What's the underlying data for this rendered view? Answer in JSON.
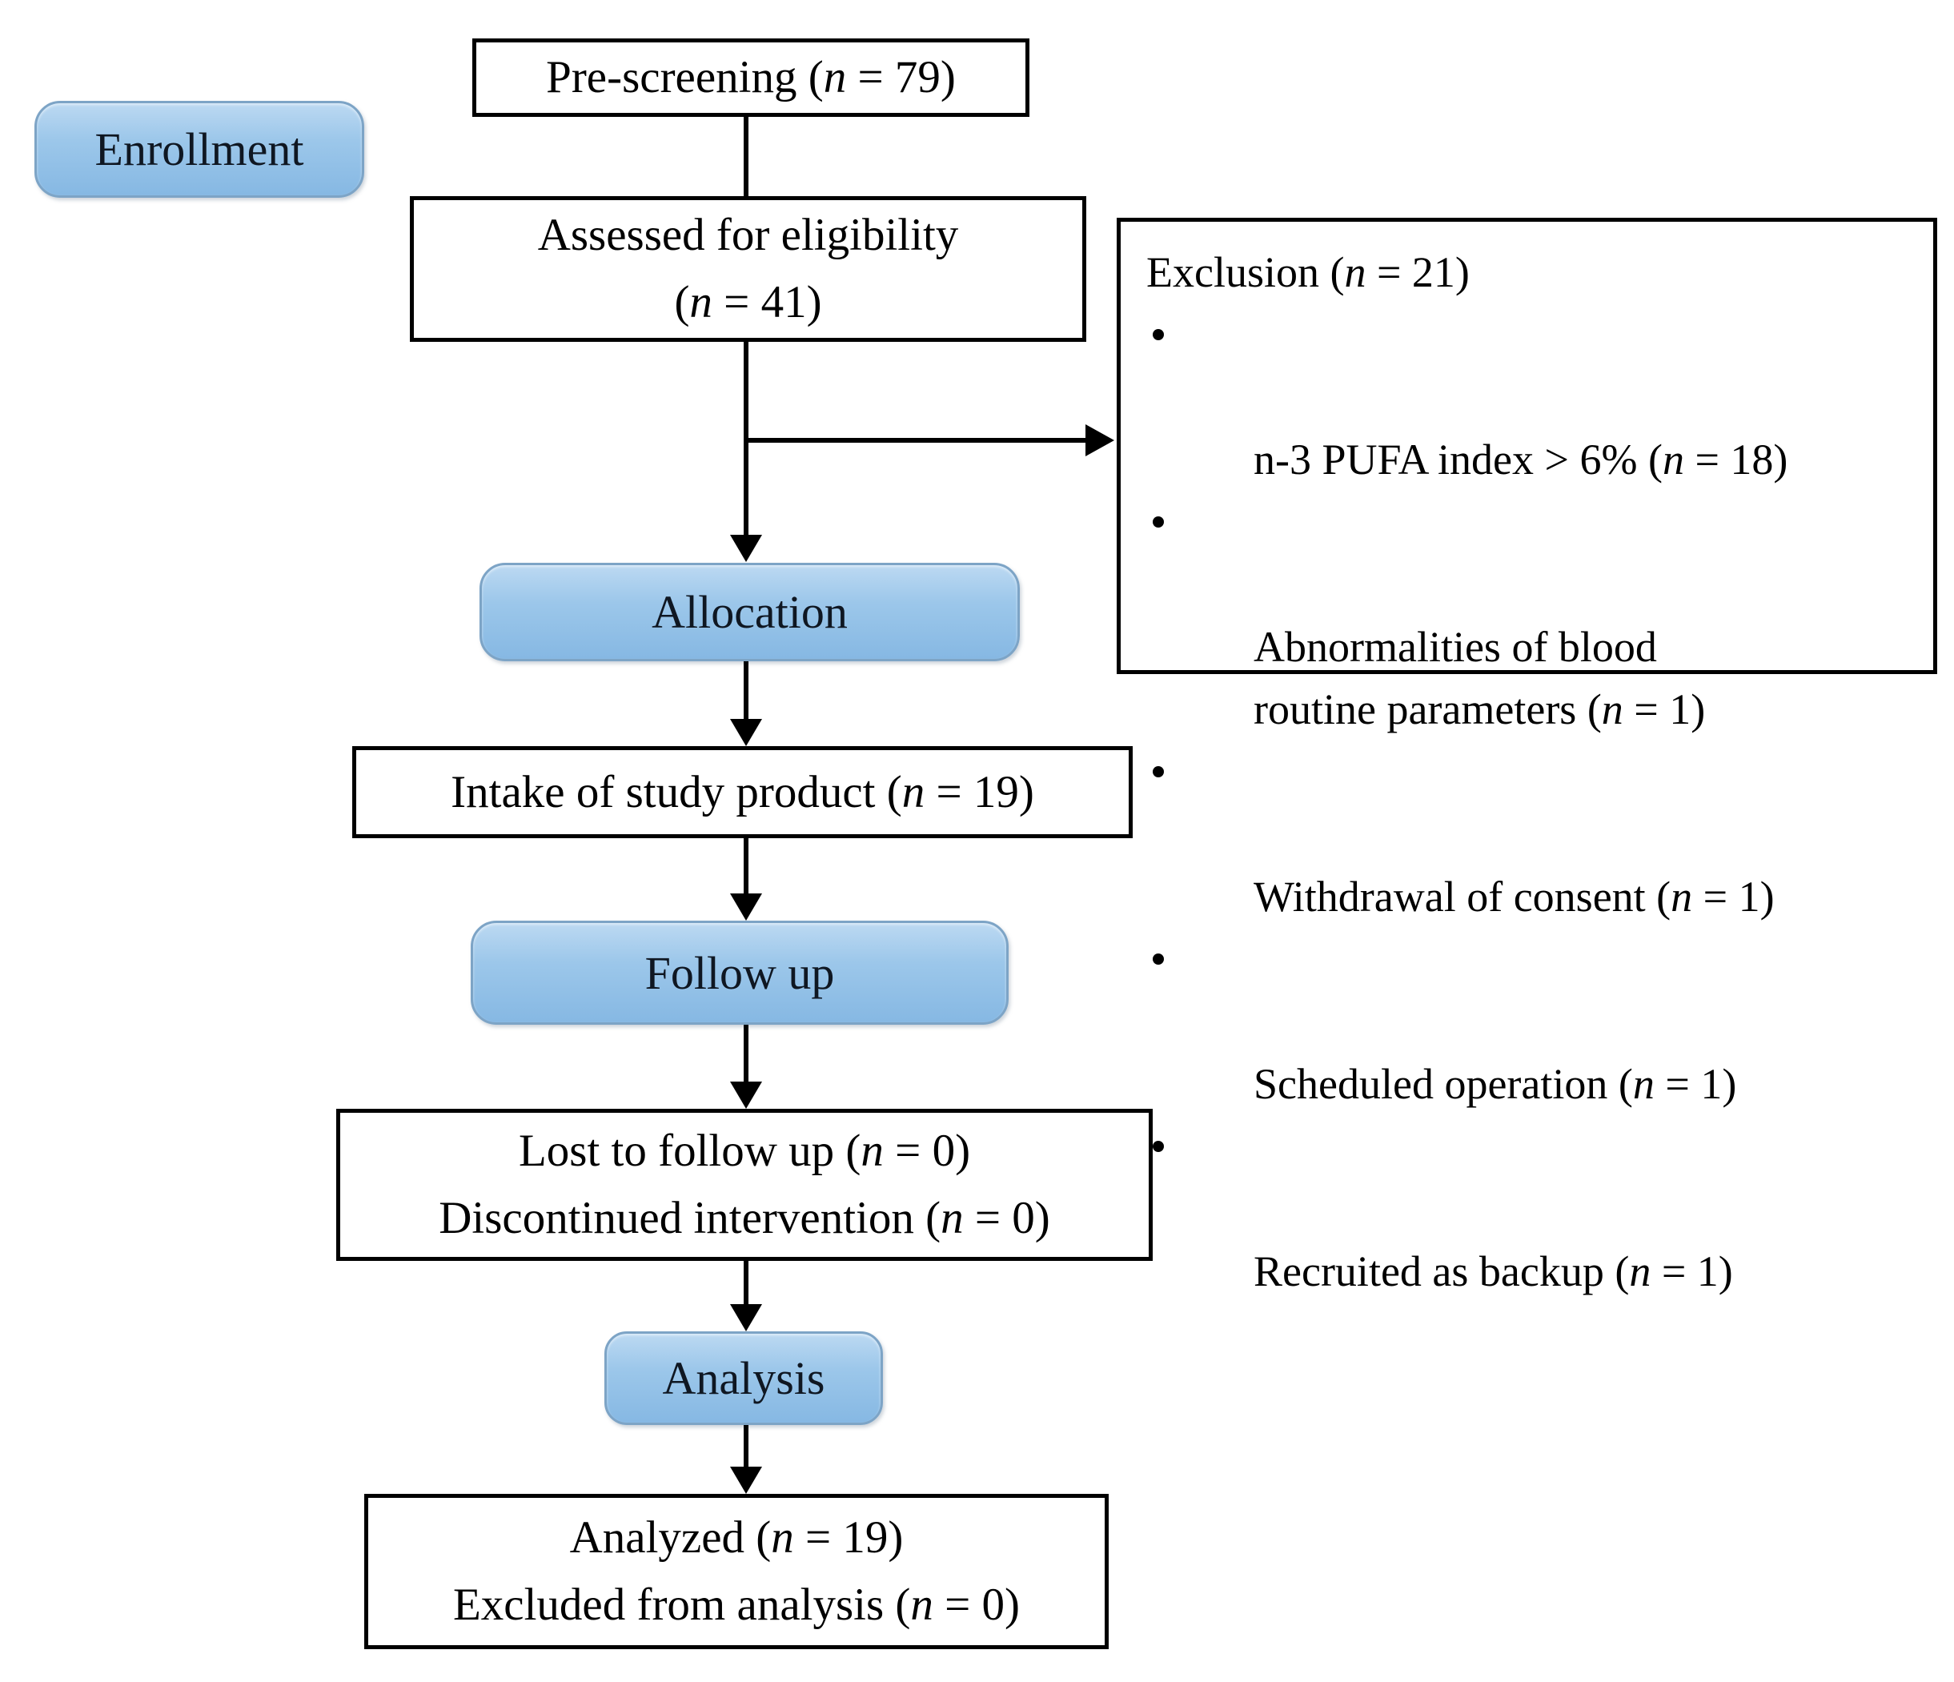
{
  "figure": {
    "type": "consort-flow-diagram",
    "stages": {
      "enrollment": "Enrollment",
      "allocation": "Allocation",
      "follow_up": "Follow up",
      "analysis": "Analysis"
    },
    "boxes": {
      "pre_screening": "Pre-screening (n = 79)",
      "assessed_line1": "Assessed for eligibility",
      "assessed_line2": "(n = 41)",
      "exclusion_title": "Exclusion (n = 21)",
      "exclusion_bullets": [
        "n-3 PUFA index > 6% (n = 18)",
        "Abnormalities of blood\nroutine parameters (n = 1)",
        "Withdrawal of consent (n = 1)",
        "Scheduled operation (n = 1)",
        "Recruited as backup (n = 1)"
      ],
      "intake": "Intake of study product (n = 19)",
      "lost_line1": "Lost to follow up (n = 0)",
      "lost_line2": "Discontinued intervention (n = 0)",
      "analyzed_line1": "Analyzed (n = 19)",
      "analyzed_line2": "Excluded from analysis (n = 0)"
    },
    "colors": {
      "stage_fill_top": "#bcd9f2",
      "stage_fill_bottom": "#86b8e3",
      "stage_border": "#7da4c6",
      "stage_text": "#0f1722",
      "box_border": "#000000",
      "box_text": "#000000",
      "connector": "#000000",
      "background": "#ffffff"
    }
  }
}
